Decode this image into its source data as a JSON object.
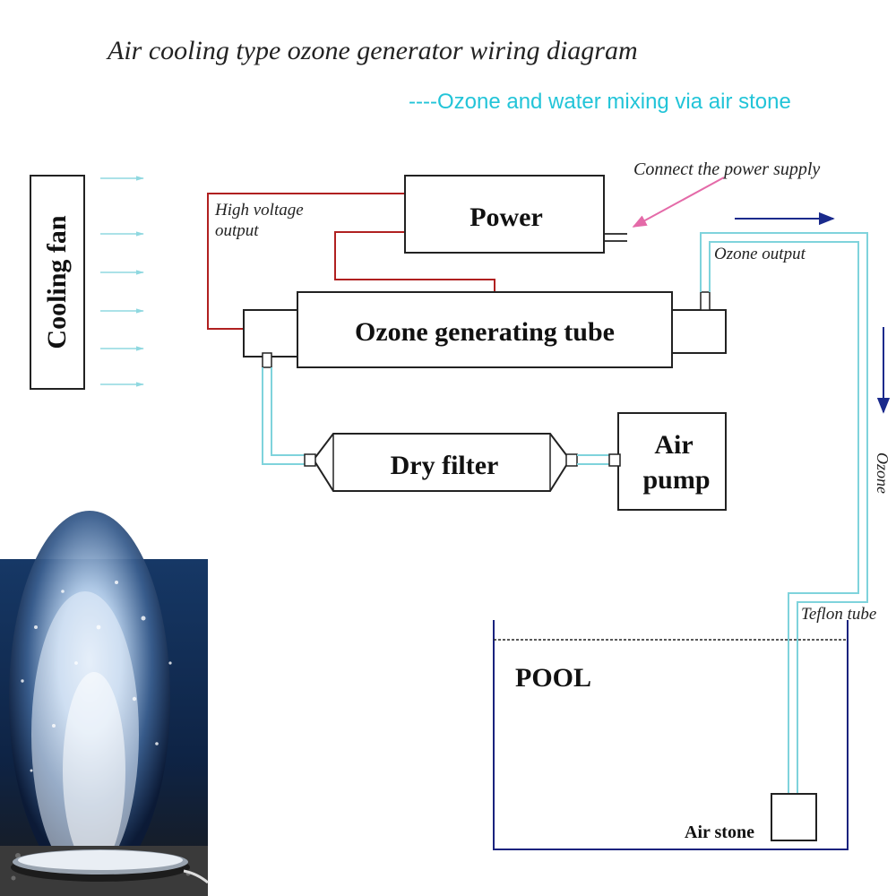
{
  "title": "Air cooling type ozone generator wiring diagram",
  "subtitle": "----Ozone and water mixing via air stone",
  "components": {
    "cooling_fan": "Cooling fan",
    "power": "Power",
    "ozone_tube": "Ozone generating tube",
    "dry_filter": "Dry filter",
    "air_pump_line1": "Air",
    "air_pump_line2": "pump",
    "pool": "POOL",
    "air_stone": "Air stone"
  },
  "annotations": {
    "connect_power": "Connect the power supply",
    "hv_line1": "High voltage",
    "hv_line2": "output",
    "ozone_output": "Ozone output",
    "ozone": "Ozone",
    "teflon_tube": "Teflon tube"
  },
  "colors": {
    "tube": "#7fd3dc",
    "wire": "#b02020",
    "flow_arrow": "#1a2a8c",
    "fan_arrow": "#8fd8e0",
    "power_arrow": "#e46aa8",
    "pool": "#1a237e",
    "subtitle": "#22c4d8"
  },
  "photo": {
    "subject": "air-stone-bubbles-photo"
  }
}
